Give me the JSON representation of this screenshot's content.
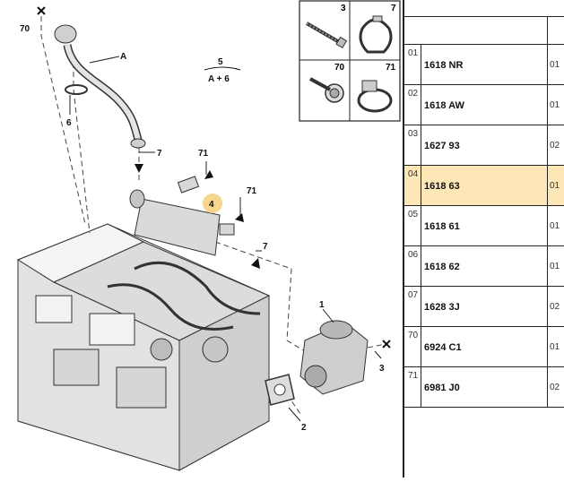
{
  "diagram": {
    "callouts": {
      "c70": "70",
      "c6": "6",
      "cA": "A",
      "c5": "5",
      "cA6": "A + 6",
      "c7a": "7",
      "c71a": "71",
      "c4": "4",
      "c71b": "71",
      "c7b": "7",
      "c1": "1",
      "c3": "3",
      "c2": "2"
    },
    "inset": {
      "i3": "3",
      "i7": "7",
      "i70": "70",
      "i71": "71"
    }
  },
  "parts": [
    {
      "idx": "01",
      "ref": "1618 NR",
      "qty": "01"
    },
    {
      "idx": "02",
      "ref": "1618 AW",
      "qty": "01"
    },
    {
      "idx": "03",
      "ref": "1627 93",
      "qty": "02"
    },
    {
      "idx": "04",
      "ref": "1618 63",
      "qty": "01",
      "selected": true
    },
    {
      "idx": "05",
      "ref": "1618 61",
      "qty": "01"
    },
    {
      "idx": "06",
      "ref": "1618 62",
      "qty": "01"
    },
    {
      "idx": "07",
      "ref": "1628 3J",
      "qty": "02"
    },
    {
      "idx": "70",
      "ref": "6924 C1",
      "qty": "01"
    },
    {
      "idx": "71",
      "ref": "6981 J0",
      "qty": "02"
    }
  ],
  "colors": {
    "highlight": "#fde7b6",
    "callout_dot": "#f6d58c"
  }
}
